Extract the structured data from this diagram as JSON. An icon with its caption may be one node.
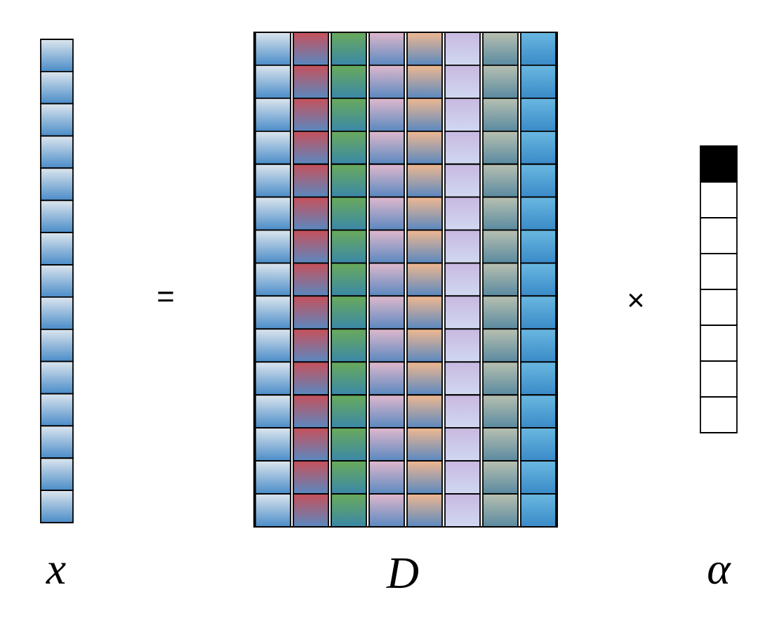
{
  "diagram": {
    "labels": [
      "=",
      "×",
      "x",
      "D",
      "α"
    ]
  }
}
